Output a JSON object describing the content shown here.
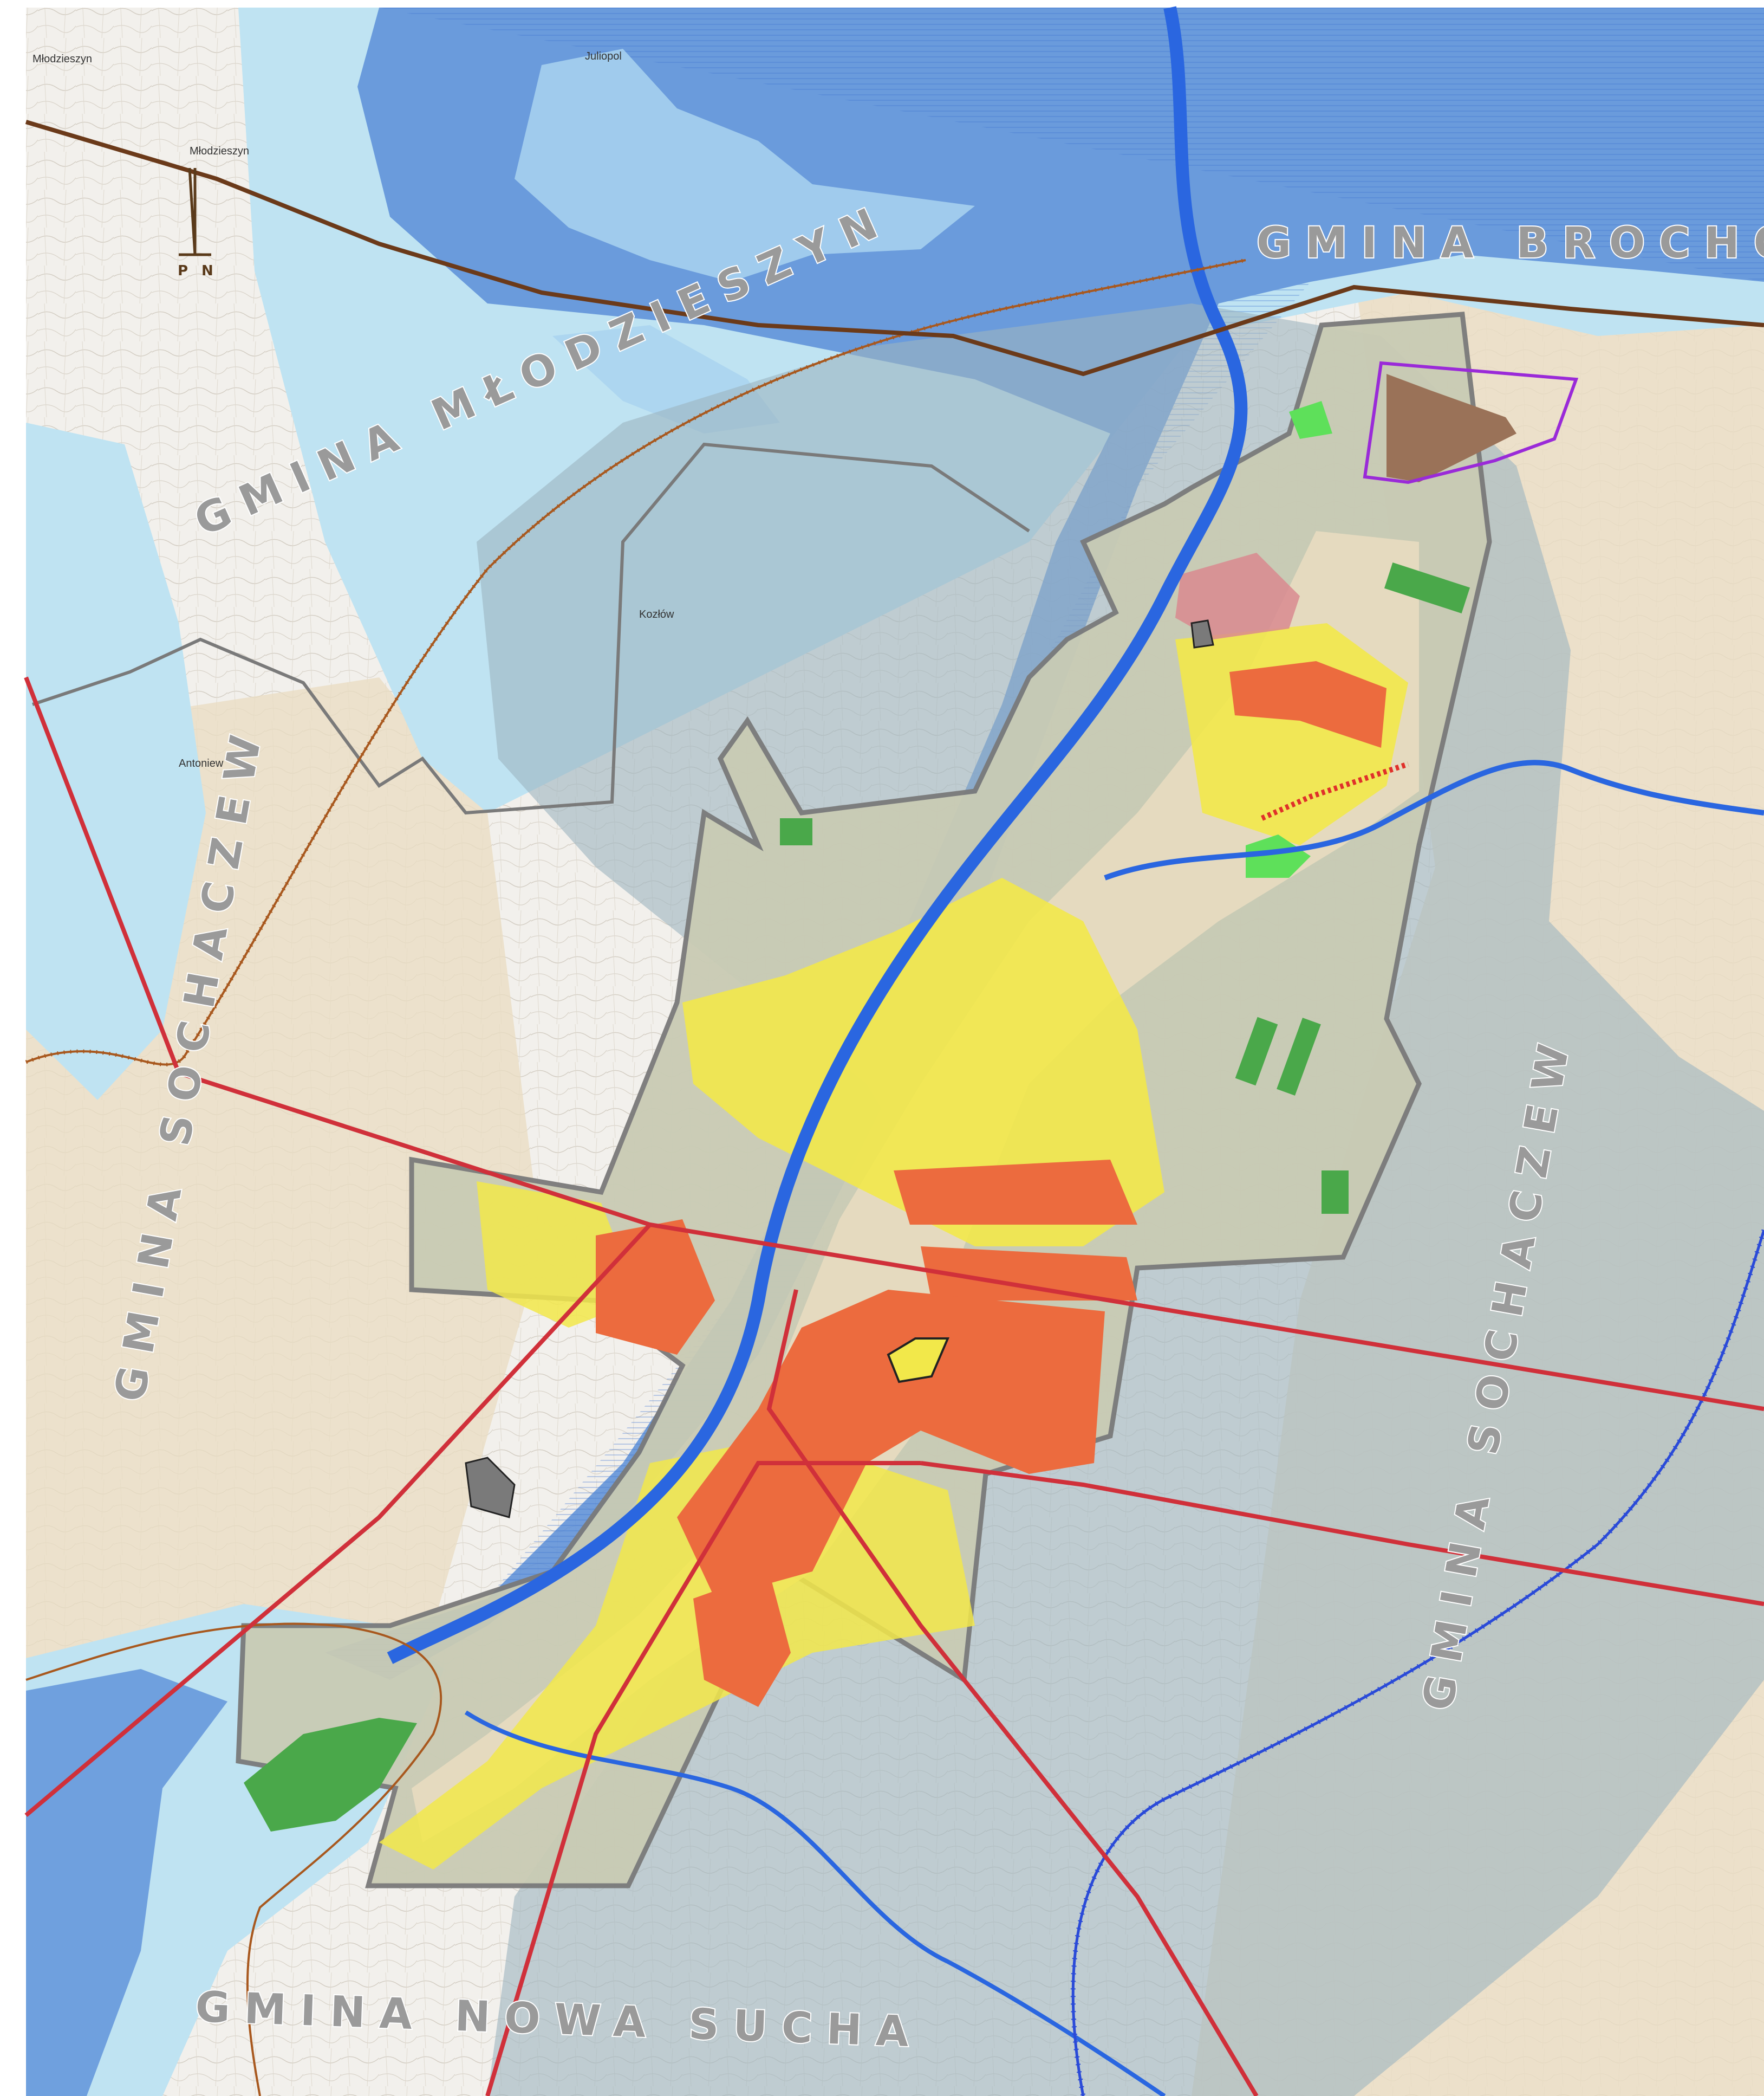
{
  "colors": {
    "paper": "#f2f1ec",
    "topo_lines": "#b9b2a6",
    "floodplain_light": "#bfe3f2",
    "floodplain_dark": "#5b8ed8",
    "river": "#2a66e0",
    "protected_area": "#9db4bf",
    "study_area": "#c9cbb4",
    "urban_beige": "#e8dcc0",
    "yellow_zone": "#f2e84a",
    "orange_zone": "#ec6b3e",
    "green_zone": "#4aa84a",
    "green_bright": "#5ee05a",
    "pink_zone": "#d98a8f",
    "brown_zone": "#9a7258",
    "municipality_border": "#7a7a7a",
    "roads": "#d0303a",
    "pipeline_brown": "#6b3a1a",
    "hatched_brown": "#a8581e",
    "hatched_blue": "#2a4ad8",
    "purple_outline": "#9a2ad8"
  },
  "north_arrow": {
    "left": "P",
    "right": "N"
  },
  "gmina_labels": {
    "mlodzieszyn": "GMINA MŁODZIESZYN",
    "brochow": "GMINA BROCHÓW",
    "sochaczew_west": "GMINA SOCHACZEW",
    "sochaczew_east": "GMINA SOCHACZEW",
    "nowa_sucha": "GMINA NOWA SUCHA"
  },
  "villages": {
    "mlodzieszyn_top": "Młodzieszyn",
    "mlodzieszyn": "Młodzieszyn",
    "juliopol": "Juliopol",
    "antoniew": "Antoniew",
    "kozlow": "Kozłów"
  }
}
